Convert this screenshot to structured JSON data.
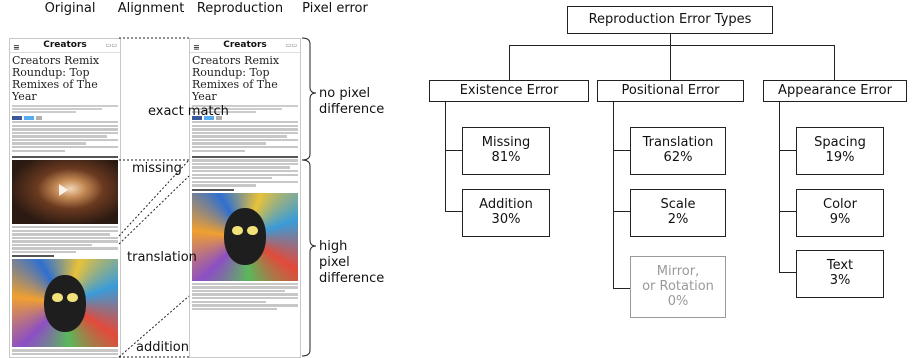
{
  "left_figure": {
    "headers": {
      "original": "Original",
      "alignment": "Alignment",
      "reproduction": "Reproduction",
      "pixel_error": "Pixel error"
    },
    "app_title": "Creators",
    "article_title": "Creators Remix Roundup: Top Remixes of The Year",
    "alignment_labels": [
      "exact match",
      "missing",
      "translation",
      "addition"
    ],
    "error_labels": [
      "no pixel difference",
      "high pixel difference"
    ]
  },
  "tree": {
    "root": "Reproduction Error Types",
    "categories": [
      {
        "label": "Existence Error",
        "children": [
          {
            "name": "Missing",
            "value": "81%"
          },
          {
            "name": "Addition",
            "value": "30%"
          }
        ]
      },
      {
        "label": "Positional Error",
        "children": [
          {
            "name": "Translation",
            "value": "62%"
          },
          {
            "name": "Scale",
            "value": "2%"
          },
          {
            "name": "Mirror,",
            "name2": "or Rotation",
            "value": "0%",
            "muted": true
          }
        ]
      },
      {
        "label": "Appearance Error",
        "children": [
          {
            "name": "Spacing",
            "value": "19%"
          },
          {
            "name": "Color",
            "value": "9%"
          },
          {
            "name": "Text",
            "value": "3%"
          }
        ]
      }
    ]
  },
  "colors": {
    "muted_text": "#9a9a9a",
    "line": "#222222"
  }
}
